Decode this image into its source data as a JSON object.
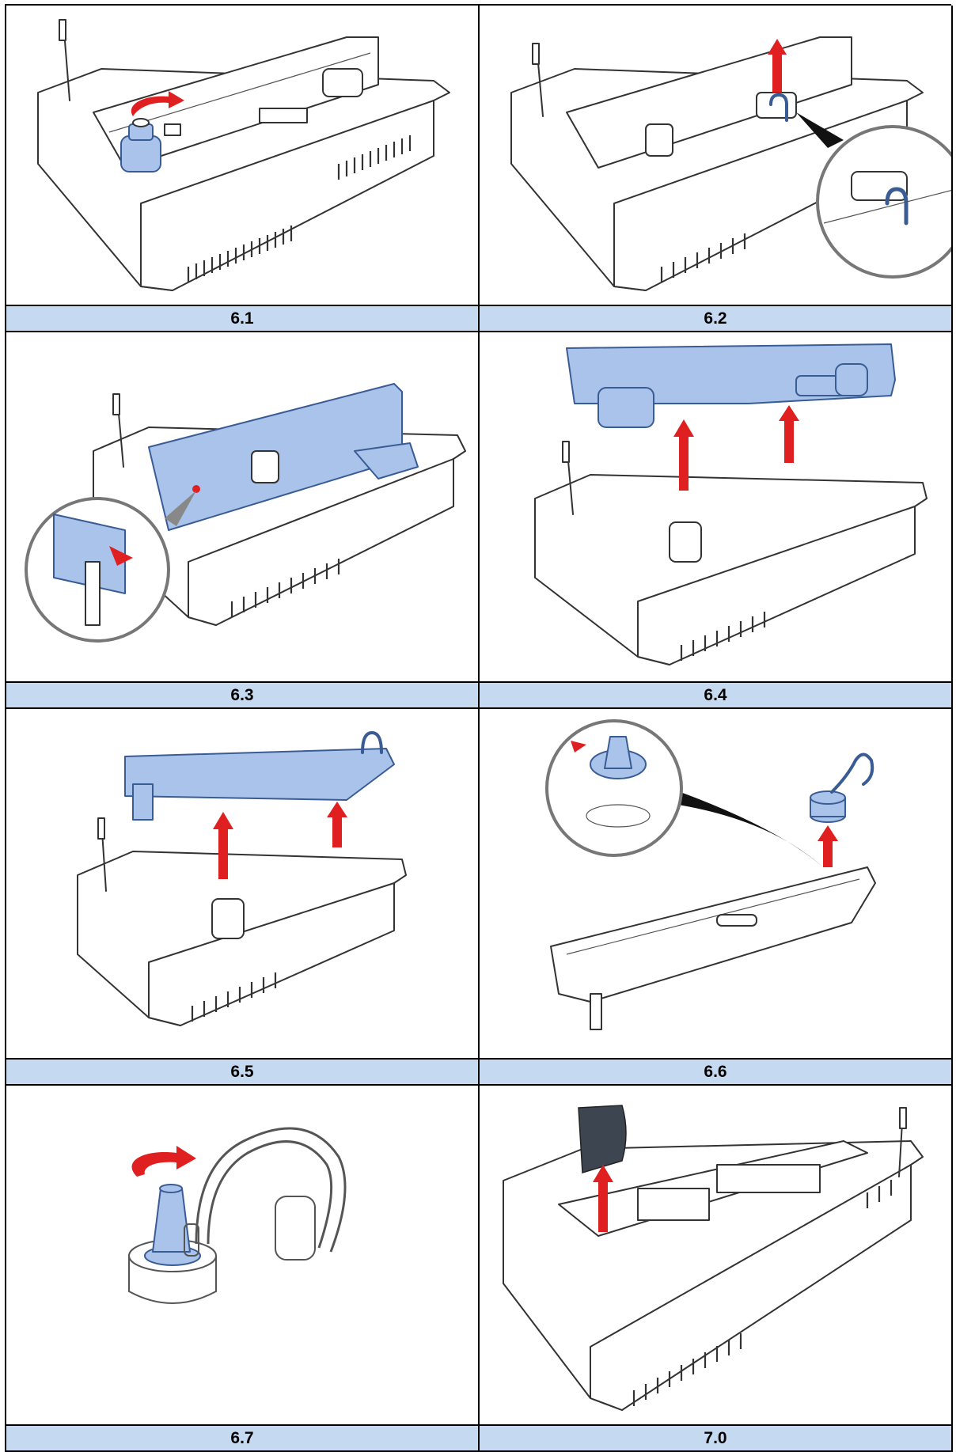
{
  "captions": [
    "6.1",
    "6.2",
    "6.3",
    "6.4",
    "6.5",
    "6.6",
    "6.7",
    "7.0"
  ],
  "colors": {
    "caption_bar": "#c5d9f1",
    "highlight_blue": "#a9c3ea",
    "arrow_red": "#e02020",
    "cover_dark": "#3d4550"
  },
  "icons": {
    "rotate_arrow": "curved-rotate-arrow-icon",
    "lift_arrow": "upward-lift-arrow-icon",
    "magnifier": "zoom-detail-circle"
  }
}
